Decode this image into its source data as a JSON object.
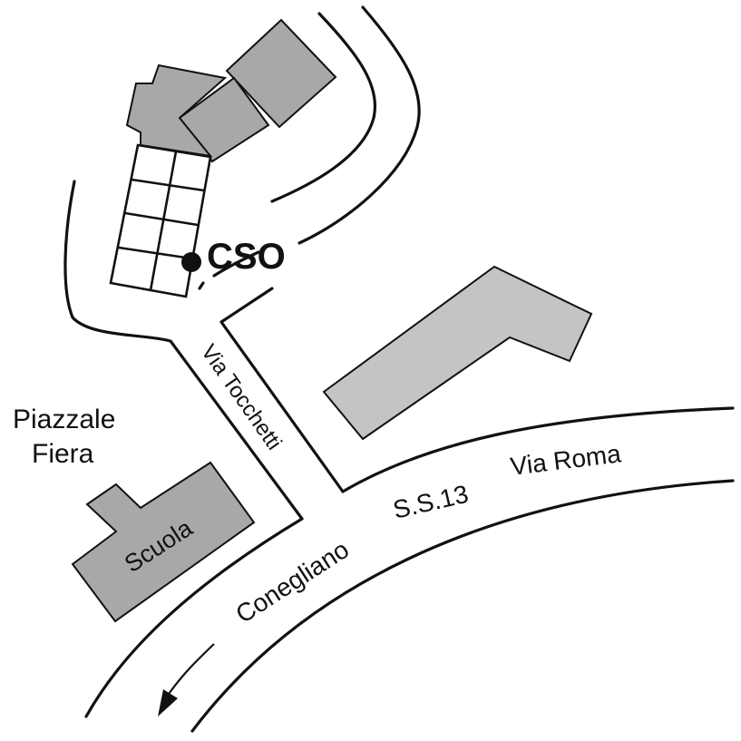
{
  "map": {
    "labels": {
      "cso": "CSO",
      "piazzale": "Piazzale",
      "fiera": "Fiera",
      "via_tocchetti": "Via Tocchetti",
      "scuola": "Scuola",
      "conegliano": "Conegliano",
      "ss13": "S.S.13",
      "via_roma": "Via Roma"
    },
    "colors": {
      "building": "#a8a8a8",
      "building_light": "#c4c4c4",
      "road_line": "#111111",
      "background": "#ffffff"
    },
    "icons": {
      "location_marker": "filled-circle",
      "direction_arrow": "curved-arrow-left"
    }
  }
}
